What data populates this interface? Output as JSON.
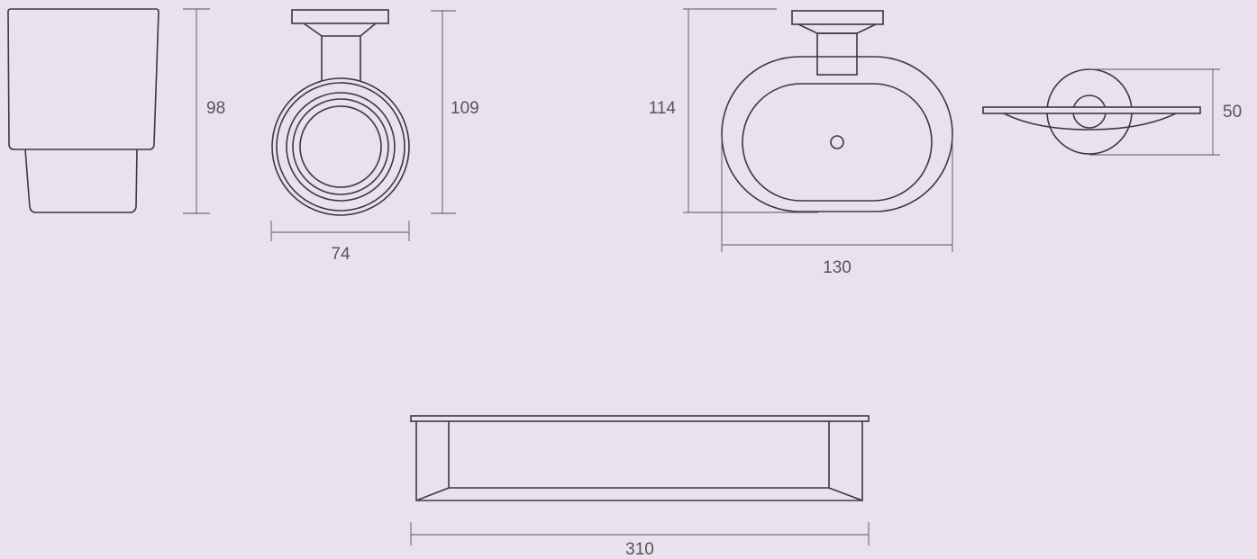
{
  "colors": {
    "background": "#e9e1ee",
    "line": "#3a3a3e",
    "dimension": "#55555a"
  },
  "dimensions": {
    "cup_height": "98",
    "holder_height": "109",
    "holder_width": "74",
    "soap_height": "114",
    "soap_width": "130",
    "soap_side_depth": "50",
    "shelf_width": "310"
  }
}
